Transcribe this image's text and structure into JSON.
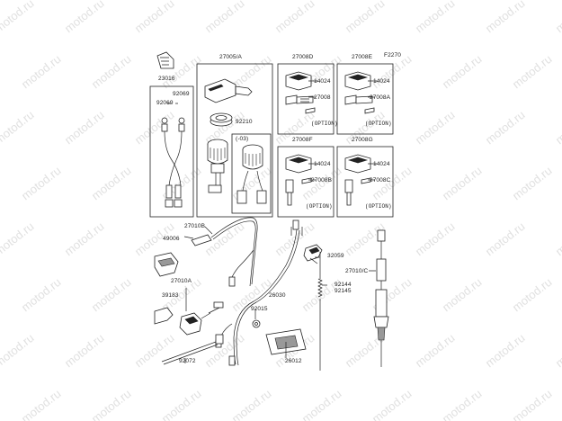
{
  "watermark": "motod.ru",
  "figure_code": "F2270",
  "option_note": "(OPTION)",
  "year_note": "(-03)",
  "parts": {
    "p23016": "23016",
    "p92069a": "92069",
    "p92069b": "92069",
    "p27005A": "27005/A",
    "p92210": "92210",
    "p27008D": "27008D",
    "p14024a": "14024",
    "p27008": "27008",
    "p27008E": "27008E",
    "p14024b": "14024",
    "p27008A": "27008A",
    "p27008F": "27008F",
    "p14024c": "14024",
    "p27008B": "27008B",
    "p27008G": "27008G",
    "p14024d": "14024",
    "p27008C": "27008C",
    "p27010B": "27010B",
    "p49006": "49006",
    "p32059": "32059",
    "p27010C": "27010/C",
    "p27010A": "27010A",
    "p39183": "39183",
    "p26030": "26030",
    "p92144": "92144",
    "p92145": "92145",
    "p92015": "92015",
    "p26012": "26012",
    "p92072": "92072"
  }
}
